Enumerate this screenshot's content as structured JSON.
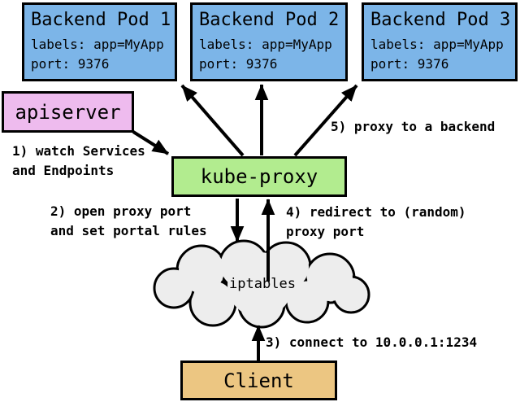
{
  "pods": [
    {
      "title": "Backend Pod 1",
      "labels": "labels: app=MyApp",
      "port": "port: 9376"
    },
    {
      "title": "Backend Pod 2",
      "labels": "labels: app=MyApp",
      "port": "port: 9376"
    },
    {
      "title": "Backend Pod 3",
      "labels": "labels: app=MyApp",
      "port": "port: 9376"
    }
  ],
  "apiserver_label": "apiserver",
  "kube_proxy_label": "kube-proxy",
  "iptables_label": "iptables",
  "client_label": "Client",
  "annotations": {
    "step1": "1) watch Services\nand Endpoints",
    "step2": "2) open proxy port\nand set portal rules",
    "step3": "3) connect to 10.0.0.1:1234",
    "step4": "4) redirect to (random)\nproxy port",
    "step5": "5) proxy to a backend"
  },
  "colors": {
    "pod_fill": "#7cb5e8",
    "apiserver_fill": "#eebbee",
    "kube_proxy_fill": "#b2ec8f",
    "iptables_fill": "#ededed",
    "client_fill": "#ecc682",
    "stroke": "#000000",
    "background": "#ffffff"
  }
}
